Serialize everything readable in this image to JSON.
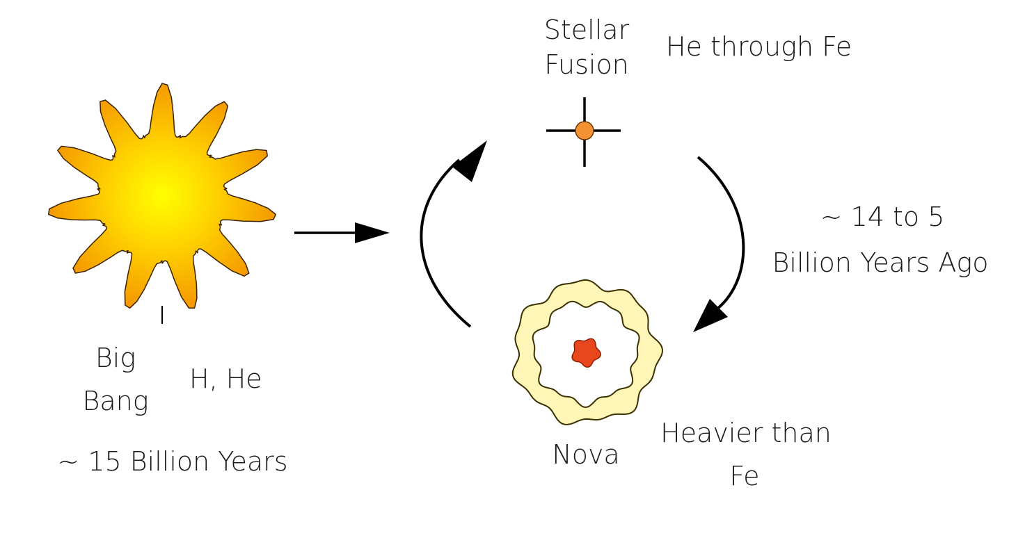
{
  "big_bang": {
    "name_line1": "Big",
    "name_line2": "Bang",
    "elements": "H, He",
    "time": "~ 15 Billion Years"
  },
  "stellar_fusion": {
    "name_line1": "Stellar",
    "name_line2": "Fusion",
    "elements": "He  through Fe"
  },
  "nova": {
    "name": "Nova",
    "elements_line1": "Heavier than",
    "elements_line2": "Fe"
  },
  "cycle_time": {
    "line1": "~ 14 to 5",
    "line2": "Billion Years Ago"
  },
  "colors": {
    "sun_outer": "#f59a00",
    "sun_core": "#ffee00",
    "star_core": "#f29233",
    "nova_shell": "#fff6b8",
    "nova_core": "#e8471e",
    "ink": "#000000"
  },
  "icons": [
    "sun-burst-icon",
    "star-cross-icon",
    "nova-shell-icon"
  ]
}
